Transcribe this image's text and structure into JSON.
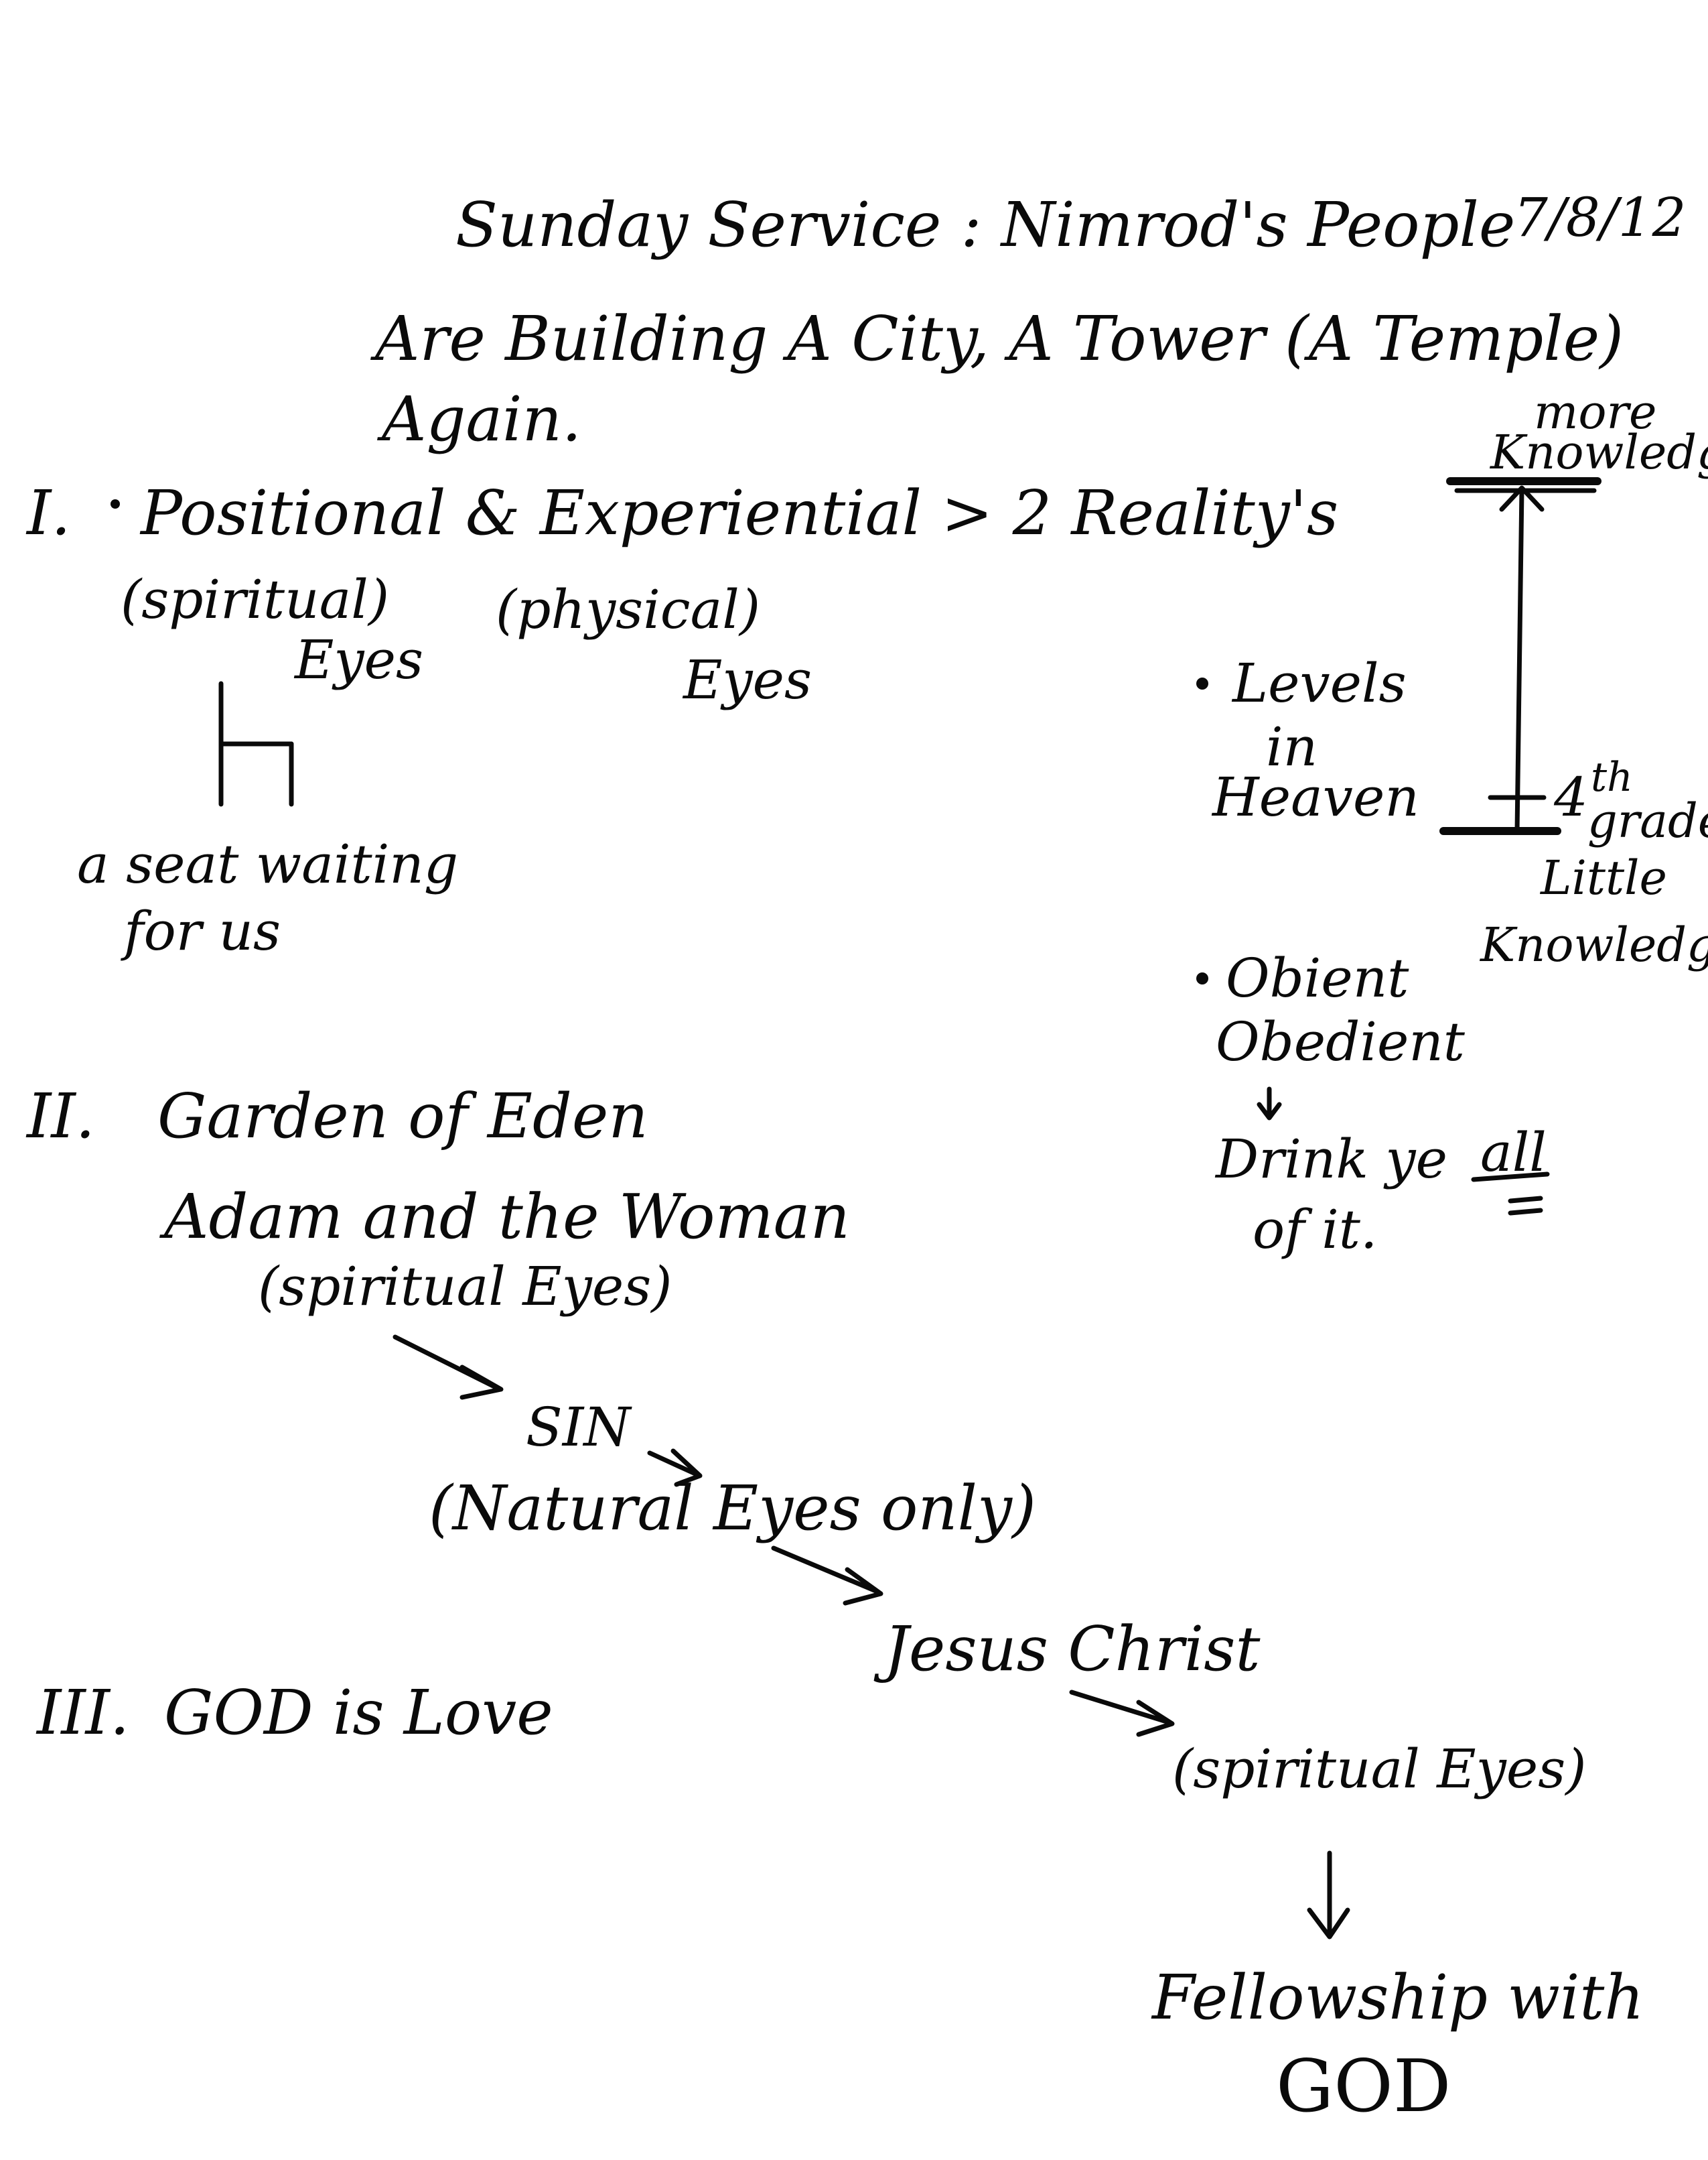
{
  "header": {
    "title": "Sunday Service : Nimrod's People",
    "date": "7/8/12",
    "subtitle_line1": "Are Building A City, A Tower (A Temple)",
    "subtitle_line2": "Again."
  },
  "section1": {
    "numeral": "I.",
    "heading": "Positional & Experiential > 2 Reality's",
    "spiritual_label": "(spiritual)",
    "spiritual_eyes": "Eyes",
    "physical_label": "(physical)",
    "physical_eyes": "Eyes",
    "seat_caption_line1": "a seat waiting",
    "seat_caption_line2": "for us"
  },
  "sidebar": {
    "scale_top_line1": "more",
    "scale_top_line2": "Knowledge",
    "levels_line1": "Levels",
    "levels_line2": "in",
    "levels_line3": "Heaven",
    "grade_number": "4",
    "grade_suffix": "th",
    "grade_word": "grade",
    "scale_bottom_line1": "Little",
    "scale_bottom_line2": "Knowledge",
    "obient": "Obient",
    "obedient": "Obedient",
    "drink_line1": "Drink ye",
    "drink_emphasis": "all",
    "drink_line2": "of it."
  },
  "section2": {
    "numeral": "II.",
    "heading": "Garden of Eden",
    "line1": "Adam and the Woman",
    "line2": "(spiritual Eyes)",
    "sin": "SIN",
    "natural": "(Natural Eyes only)",
    "jesus": "Jesus Christ",
    "spiritual_eyes": "(spiritual Eyes)",
    "fellowship": "Fellowship with",
    "god": "GOD"
  },
  "section3": {
    "numeral": "III.",
    "heading": "GOD is Love"
  }
}
